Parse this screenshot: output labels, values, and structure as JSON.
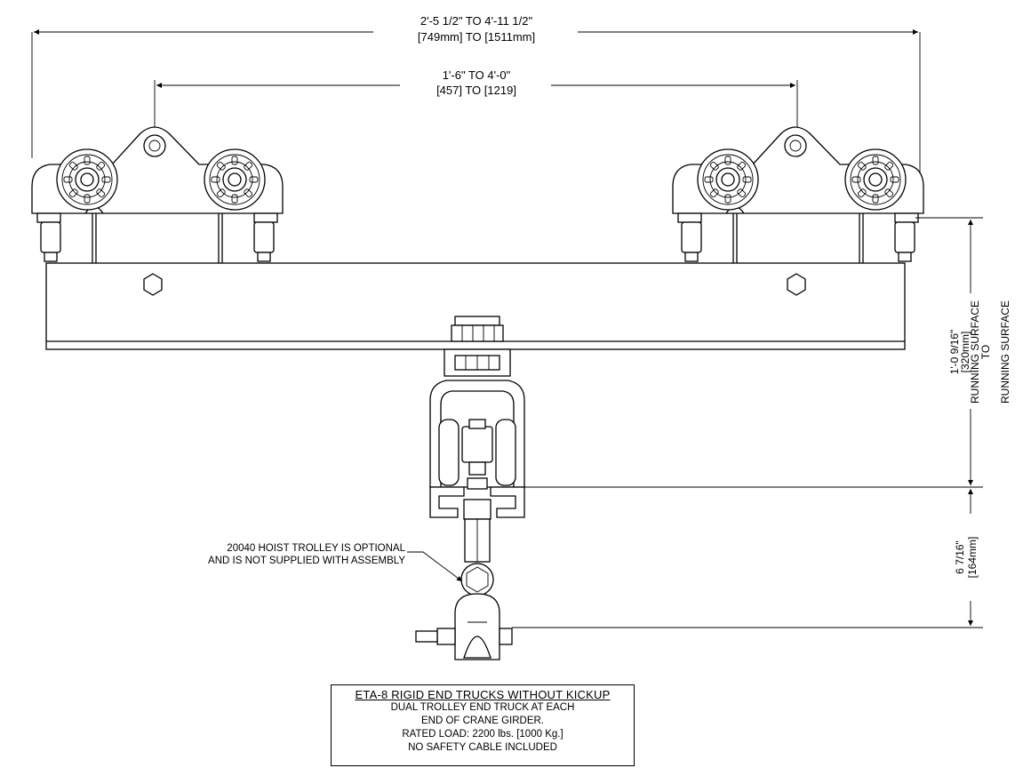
{
  "dimensions": {
    "overall_span_imperial": "2'-5 1/2\" TO 4'-11 1/2\"",
    "overall_span_metric": "[749mm] TO [1511mm]",
    "trolley_span_imperial": "1'-6\" TO 4'-0\"",
    "trolley_span_metric": "[457] TO [1219]",
    "height_upper_imperial": "1'-0 9/16\"",
    "height_upper_metric": "[320mm]",
    "height_upper_ref1": "RUNNING SURFACE",
    "height_upper_ref2": "TO",
    "height_upper_ref3": "RUNNING SURFACE",
    "height_lower_imperial": "6 7/16\"",
    "height_lower_metric": "[164mm]"
  },
  "callout": {
    "line1": "20040 HOIST TROLLEY IS OPTIONAL",
    "line2": "AND IS NOT SUPPLIED WITH ASSEMBLY"
  },
  "title_block": {
    "title": "ETA-8 RIGID END TRUCKS WITHOUT KICKUP",
    "lines": [
      "DUAL TROLLEY END TRUCK AT EACH",
      "END OF CRANE GIRDER.",
      "RATED LOAD: 2200 lbs. [1000 Kg.]",
      "NO SAFETY CABLE INCLUDED"
    ]
  }
}
